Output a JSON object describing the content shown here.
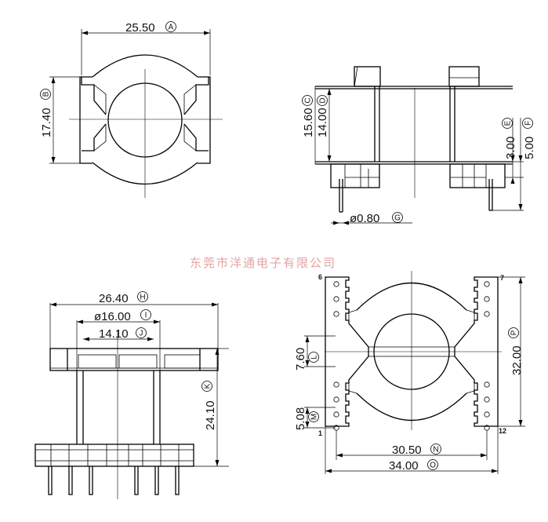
{
  "watermark": "东莞市洋通电子有限公司",
  "dimensions": {
    "A": {
      "value": "25.50",
      "letter": "A"
    },
    "B": {
      "value": "17.40",
      "letter": "B"
    },
    "C": {
      "value": "15.60",
      "letter": "C"
    },
    "D": {
      "value": "14.00",
      "letter": "D"
    },
    "E": {
      "value": "3.00",
      "letter": "E"
    },
    "F": {
      "value": "5.00",
      "letter": "F"
    },
    "G": {
      "value": "ø0.80",
      "letter": "G"
    },
    "H": {
      "value": "26.40",
      "letter": "H"
    },
    "I": {
      "value": "ø16.00",
      "letter": "I"
    },
    "J": {
      "value": "14.10",
      "letter": "J"
    },
    "K": {
      "value": "24.10",
      "letter": "K"
    },
    "L": {
      "value": "7.60",
      "letter": "L"
    },
    "M": {
      "value": "5.08",
      "letter": "M"
    },
    "N": {
      "value": "30.50",
      "letter": "N"
    },
    "O": {
      "value": "34.00",
      "letter": "O"
    },
    "P": {
      "value": "32.00",
      "letter": "P"
    }
  },
  "pins": {
    "p1": "1",
    "p6": "6",
    "p7": "7",
    "p12": "12"
  }
}
